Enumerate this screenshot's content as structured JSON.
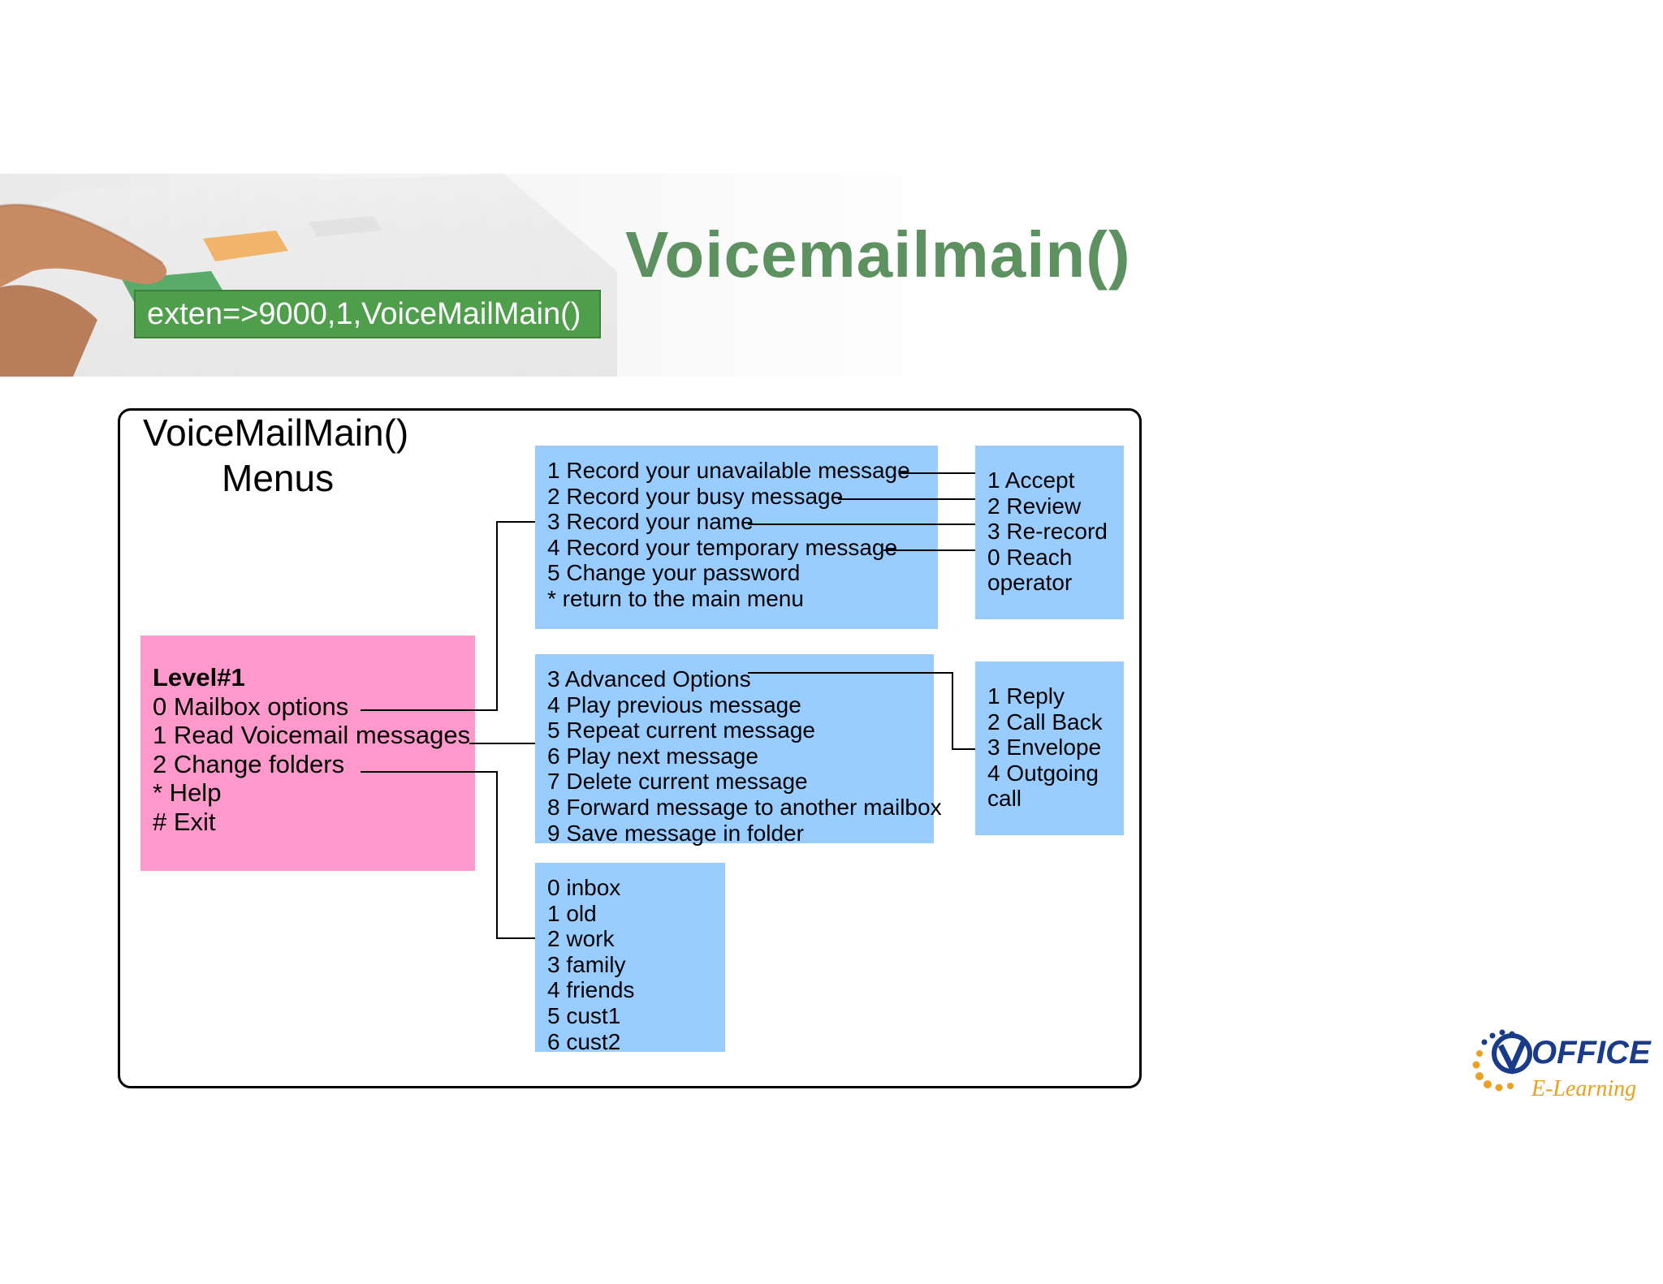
{
  "title": "Voicemailmain()",
  "command": "exten=>9000,1,VoiceMailMain()",
  "diagram": {
    "heading": "VoiceMailMain()",
    "subheading": "Menus",
    "level1": {
      "title": "Level#1",
      "items": [
        "0 Mailbox options",
        "1 Read Voicemail messages",
        "2 Change folders",
        "* Help",
        "# Exit"
      ]
    },
    "mailbox_options": {
      "items": [
        "1 Record your unavailable message",
        "2 Record your busy message",
        "3 Record your name",
        "4 Record your temporary message",
        "5 Change your password",
        "* return to the main menu"
      ]
    },
    "record_options": {
      "items": [
        "1 Accept",
        "2 Review",
        "3 Re-record",
        "0 Reach",
        "operator"
      ]
    },
    "read_options": {
      "items": [
        "3 Advanced Options",
        "4 Play previous message",
        "5 Repeat current message",
        "6 Play next message",
        "7 Delete current message",
        "8 Forward message to another mailbox",
        "9 Save message in folder"
      ]
    },
    "advanced_options": {
      "items": [
        "1 Reply",
        "2 Call Back",
        "3 Envelope",
        "4 Outgoing",
        "call"
      ]
    },
    "folders": {
      "items": [
        "0 inbox",
        "1 old",
        "2 work",
        "3 family",
        "4 friends",
        "5 cust1",
        "6 cust2"
      ]
    }
  },
  "logo": {
    "line1": "OFFICE",
    "line2": "E-Learning"
  },
  "colors": {
    "title": "#5d9160",
    "command_bg": "#4e9e4c",
    "menu_blue": "#99ccff",
    "level_pink": "#ff99cc"
  }
}
